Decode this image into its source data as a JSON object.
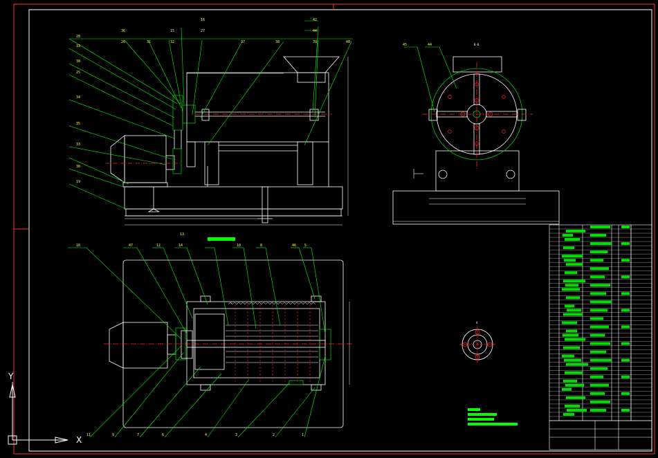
{
  "drawing": {
    "view_labels": {
      "side_view": "B-B",
      "detail_view": "A",
      "section_mark": "A"
    },
    "ucs": {
      "x_label": "X",
      "y_label": "Y"
    },
    "colors": {
      "background": "#000000",
      "outline": "#ffffff",
      "leader": "#00ff00",
      "border_red": "#ff3030",
      "hatch": "#00c800",
      "center_line": "#ff2020",
      "callout": "#ffff40"
    },
    "callouts_top_left": [
      "28",
      "36",
      "26",
      "31",
      "15",
      "32",
      "16",
      "37",
      "38",
      "42",
      "44",
      "40",
      "39",
      "27",
      "33",
      "30",
      "25",
      "34",
      "35",
      "33",
      "38",
      "19"
    ],
    "callouts_top_right": [
      "45",
      "44"
    ],
    "callouts_bottom": [
      "18",
      "47",
      "13",
      "14",
      "12",
      "10",
      "8",
      "46",
      "5"
    ],
    "callouts_bottom_row": [
      "11",
      "9",
      "7",
      "6",
      "4",
      "3",
      "2",
      "1"
    ]
  }
}
